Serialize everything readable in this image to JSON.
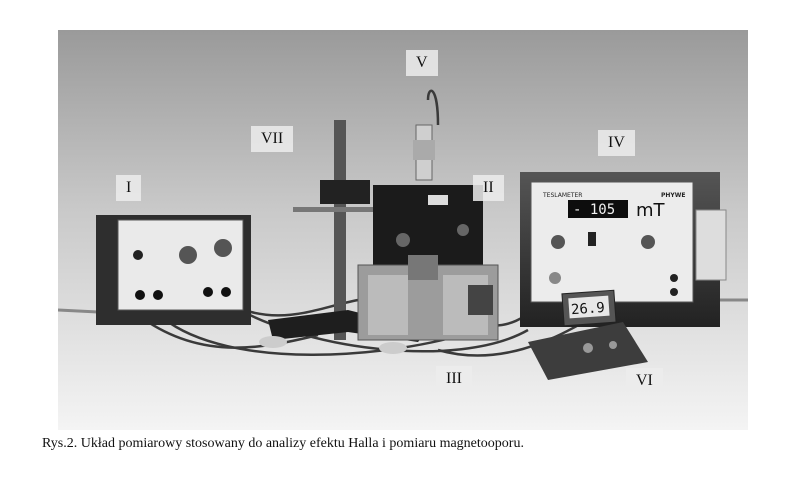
{
  "figure": {
    "labels": {
      "I": "I",
      "II": "II",
      "III": "III",
      "IV": "IV",
      "V": "V",
      "VI": "VI",
      "VII": "VII"
    },
    "teslameter": {
      "title": "TESLAMETER",
      "brand": "PHYWE",
      "reading": "- 105",
      "unit": "mT"
    },
    "multimeter": {
      "reading": "26.9"
    }
  },
  "caption": "Rys.2. Układ pomiarowy  stosowany do analizy efektu Halla i pomiaru magnetooporu."
}
